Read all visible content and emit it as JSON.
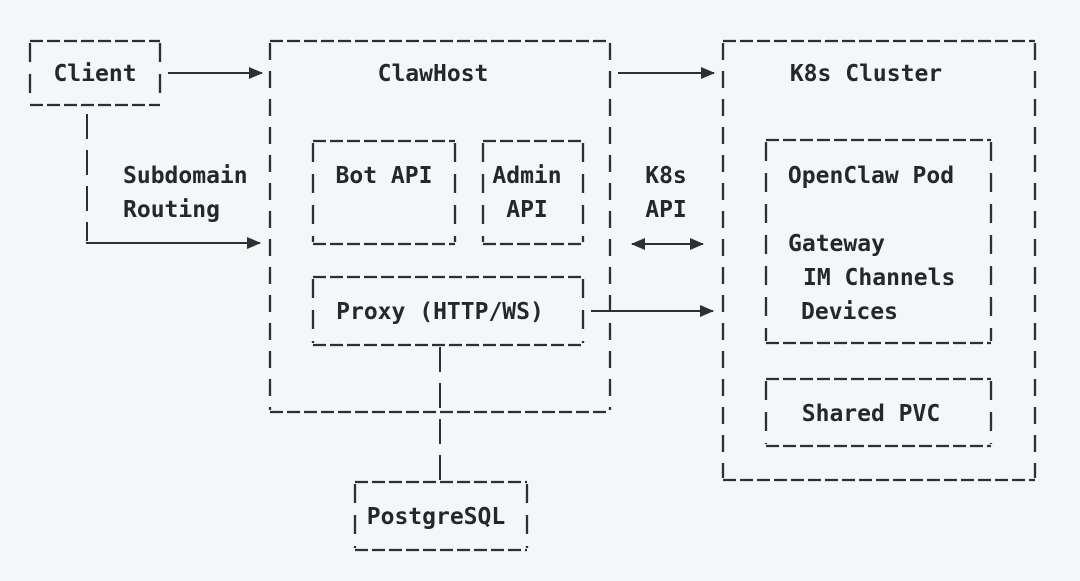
{
  "theme": {
    "bg": "#f5f6f8",
    "ink": "#2b2f36",
    "text": "#24282e"
  },
  "diagram": {
    "type": "architecture-diagram",
    "nodes": {
      "client": {
        "label": "Client"
      },
      "clawhost": {
        "label": "ClawHost",
        "children": [
          "Bot API",
          "Admin API",
          "Proxy (HTTP/WS)"
        ]
      },
      "bot_api": {
        "label": "Bot API"
      },
      "admin_api": {
        "line1": "Admin",
        "line2": "API"
      },
      "proxy": {
        "label": "Proxy (HTTP/WS)"
      },
      "postgresql": {
        "label": "PostgreSQL"
      },
      "k8s_cluster": {
        "label": "K8s Cluster",
        "children": [
          "OpenClaw Pod",
          "Shared PVC"
        ]
      },
      "openclaw_pod": {
        "label": "OpenClaw Pod",
        "items": [
          "Gateway",
          "IM Channels",
          "Devices"
        ]
      },
      "shared_pvc": {
        "label": "Shared PVC"
      }
    },
    "edges": {
      "client_to_clawhost": {
        "from": "Client",
        "to": "ClawHost"
      },
      "subdomain_routing": {
        "line1": "Subdomain",
        "line2": "Routing",
        "from": "Client",
        "to": "ClawHost"
      },
      "clawhost_to_cluster": {
        "from": "ClawHost",
        "to": "K8s Cluster"
      },
      "k8s_api": {
        "line1": "K8s",
        "line2": "API",
        "from": "ClawHost",
        "to": "K8s Cluster",
        "bidirectional": true
      },
      "proxy_to_pod": {
        "from": "Proxy (HTTP/WS)",
        "to": "OpenClaw Pod"
      },
      "proxy_to_postgresql": {
        "from": "Proxy (HTTP/WS)",
        "to": "PostgreSQL"
      }
    }
  }
}
